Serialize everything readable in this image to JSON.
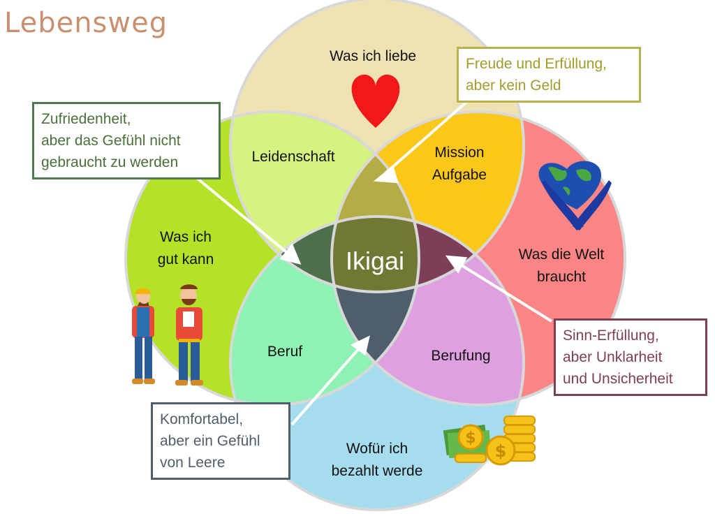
{
  "title": "Lebensweg",
  "circles": {
    "top": "Was ich liebe",
    "left": [
      "Was ich",
      "gut kann"
    ],
    "right": [
      "Was die Welt",
      "braucht"
    ],
    "bottom": [
      "Wofür ich",
      "bezahlt werde"
    ]
  },
  "overlaps": {
    "passion": "Leidenschaft",
    "mission": [
      "Mission",
      "Aufgabe"
    ],
    "profession": "Beruf",
    "vocation": "Berufung"
  },
  "center": "Ikigai",
  "callouts": {
    "top_right": [
      "Freude und Erfüllung,",
      "aber kein Geld"
    ],
    "top_left": [
      "Zufriedenheit,",
      "aber das Gefühl nicht",
      "gebraucht zu werden"
    ],
    "bottom_left": [
      "Komfortabel,",
      "aber ein Gefühl",
      "von Leere"
    ],
    "bottom_right": [
      "Sinn-Erfüllung,",
      "aber Unklarheit",
      "und Unsicherheit"
    ]
  },
  "colors": {
    "title": "#c9906f",
    "top_circle": "#efe2b2",
    "left_circle": "#b3e226",
    "right_circle": "#fb8585",
    "bottom_circle": "#a5dcee",
    "passion": "#d6f27f",
    "mission": "#fbc719",
    "profession": "#8ef2b5",
    "vocation": "#dfa0e2",
    "top_triple": "#b4ad45",
    "left_triple": "#4c6f4c",
    "right_triple": "#7c3f57",
    "bottom_triple": "#4e5e6a",
    "center": "#737734",
    "box_top_right": "#b9b24a",
    "box_top_left": "#4f7a4f",
    "box_bottom_left": "#4e5e6a",
    "box_bottom_right": "#7d3f55"
  },
  "icons": [
    "heart-icon",
    "globe-hands-icon",
    "workers-icon",
    "money-icon"
  ]
}
